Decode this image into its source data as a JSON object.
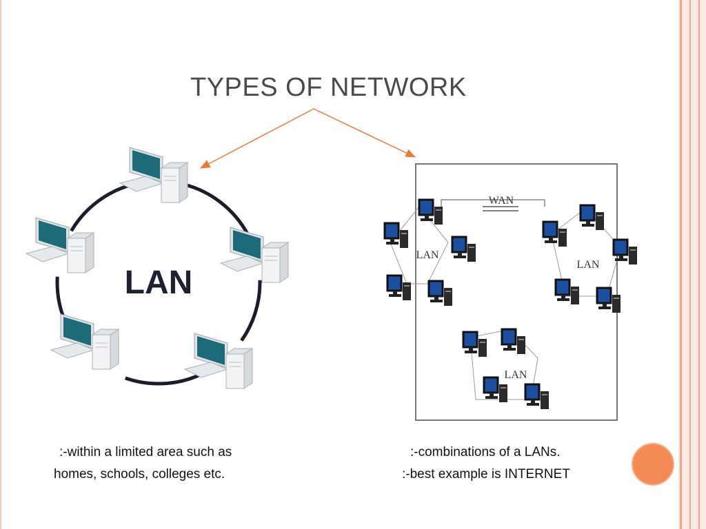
{
  "slide": {
    "title": "TYPES OF NETWORK",
    "lan_diagram": {
      "center_label": "LAN"
    },
    "wan_diagram": {
      "wan_label": "WAN",
      "lan_labels": [
        "LAN",
        "LAN",
        "LAN"
      ]
    },
    "lan_caption": {
      "line1": ":-within a limited area such as",
      "line2": "homes, schools, colleges etc."
    },
    "wan_caption": {
      "line1": ":-combinations of a LANs.",
      "line2": ":-best example is INTERNET"
    }
  },
  "colors": {
    "arrow": "#e87a3a",
    "accent_dot": "#f48a55",
    "frame": "#f3b49f",
    "monitor_screen": "#1d6a7a",
    "wan_screen": "#1c4fa0"
  }
}
